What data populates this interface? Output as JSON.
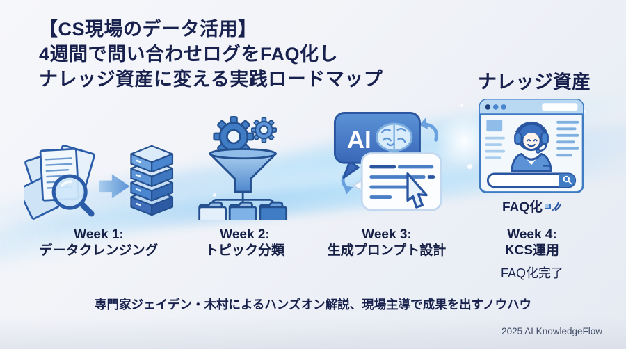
{
  "colors": {
    "title_navy": "#18214d",
    "icon_outline": "#24508f",
    "accent_blue": "#3f7cc4",
    "light_blue": "#d9eafb",
    "background": "#f1f3f8",
    "credit_gray": "#45506b"
  },
  "title_lines": [
    "【CS現場のデータ活用】",
    "4週間で問い合わせログをFAQ化し",
    "ナレッジ資産に変える実践ロードマップ"
  ],
  "knowledge_heading": "ナレッジ資産",
  "weeks": [
    {
      "label": "Week 1:",
      "topic": "データクレンジング"
    },
    {
      "label": "Week 2:",
      "topic": "トピック分類"
    },
    {
      "label": "Week 3:",
      "topic": "生成プロンプト設計"
    },
    {
      "label": "Week 4:",
      "topic": "KCS運用"
    }
  ],
  "week3_bubble_text": "AI",
  "week4_badge": "FAQ化",
  "week4_note": "FAQ化完了",
  "bottom_note": "専門家ジェイデン・木村によるハンズオン解説、現場主導で成果を出すノウハウ",
  "credit": "2025 AI KnowledgeFlow"
}
